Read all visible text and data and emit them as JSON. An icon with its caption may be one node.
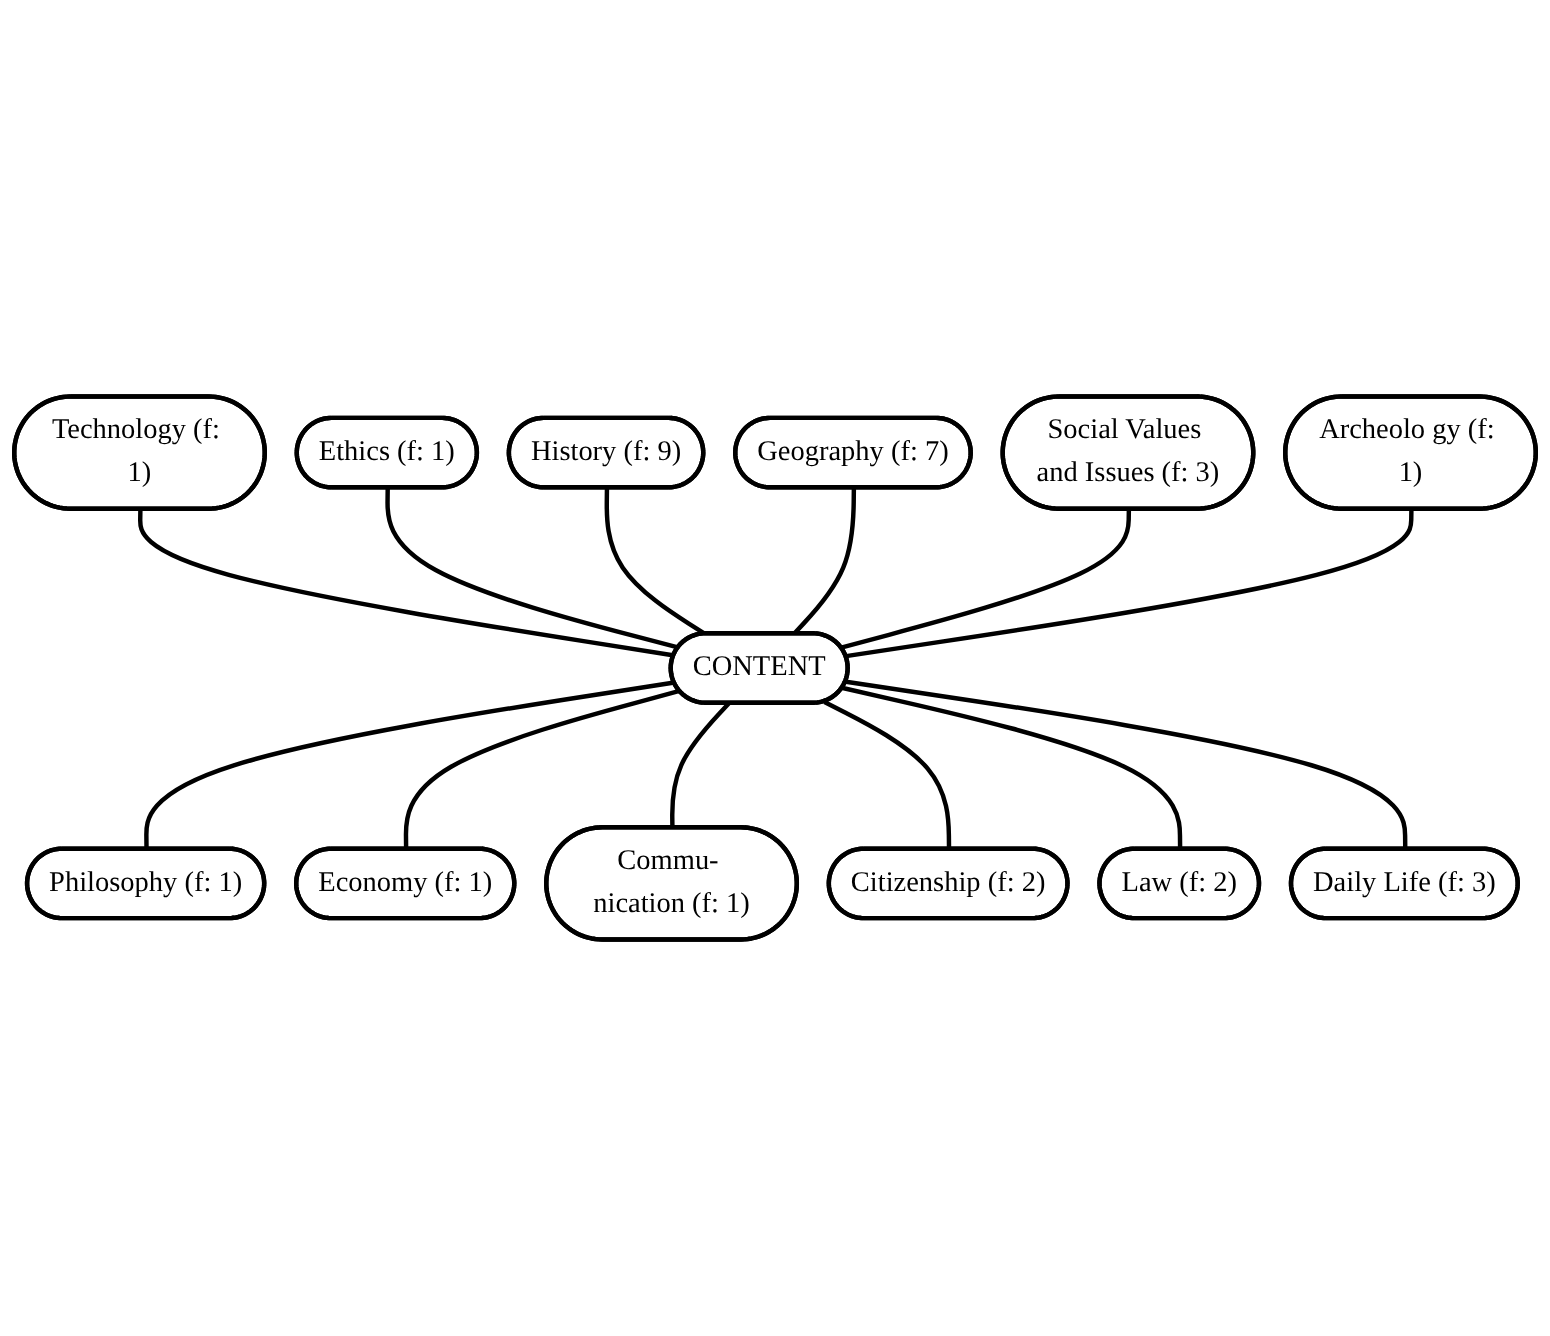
{
  "diagram": {
    "nodes": [
      {
        "text": [
          "History (f: 9)"
        ]
      },
      {
        "text": [
          "Ethics (f: 1)"
        ]
      },
      {
        "text": [
          "Geography (f: 7)"
        ]
      },
      {
        "text": [
          "Technology (f: 1)"
        ]
      },
      {
        "text": [
          "Social Values and Issues (f: 3)"
        ]
      },
      {
        "text": [
          "Archeolo gy (f: 1)"
        ]
      },
      {
        "text": [
          "CONTENT"
        ]
      },
      {
        "text": [
          "Daily Life (f: 3)"
        ]
      },
      {
        "text": [
          "Philosophy (f: 1)"
        ]
      },
      {
        "text": [
          "Law (f: 2)"
        ]
      },
      {
        "text": [
          "Economy (f: 1)"
        ]
      },
      {
        "text": [
          "Citizenship (f: 2)"
        ]
      },
      {
        "text": [
          "Commu- nication (f: 1)"
        ]
      }
    ],
    "edges": [
      {
        "from": 3,
        "to": 6,
        "arrow": "none"
      },
      {
        "from": 1,
        "to": 6,
        "arrow": "none"
      },
      {
        "from": 0,
        "to": 6,
        "arrow": "none"
      },
      {
        "from": 2,
        "to": 6,
        "arrow": "none"
      },
      {
        "from": 4,
        "to": 6,
        "arrow": "none"
      },
      {
        "from": 5,
        "to": 6,
        "arrow": "none"
      },
      {
        "from": 6,
        "to": 8,
        "arrow": "none"
      },
      {
        "from": 6,
        "to": 10,
        "arrow": "none"
      },
      {
        "from": 6,
        "to": 12,
        "arrow": "none"
      },
      {
        "from": 6,
        "to": 11,
        "arrow": "none"
      },
      {
        "from": 6,
        "to": 9,
        "arrow": "none"
      },
      {
        "from": 6,
        "to": 7,
        "arrow": "none"
      }
    ]
  }
}
